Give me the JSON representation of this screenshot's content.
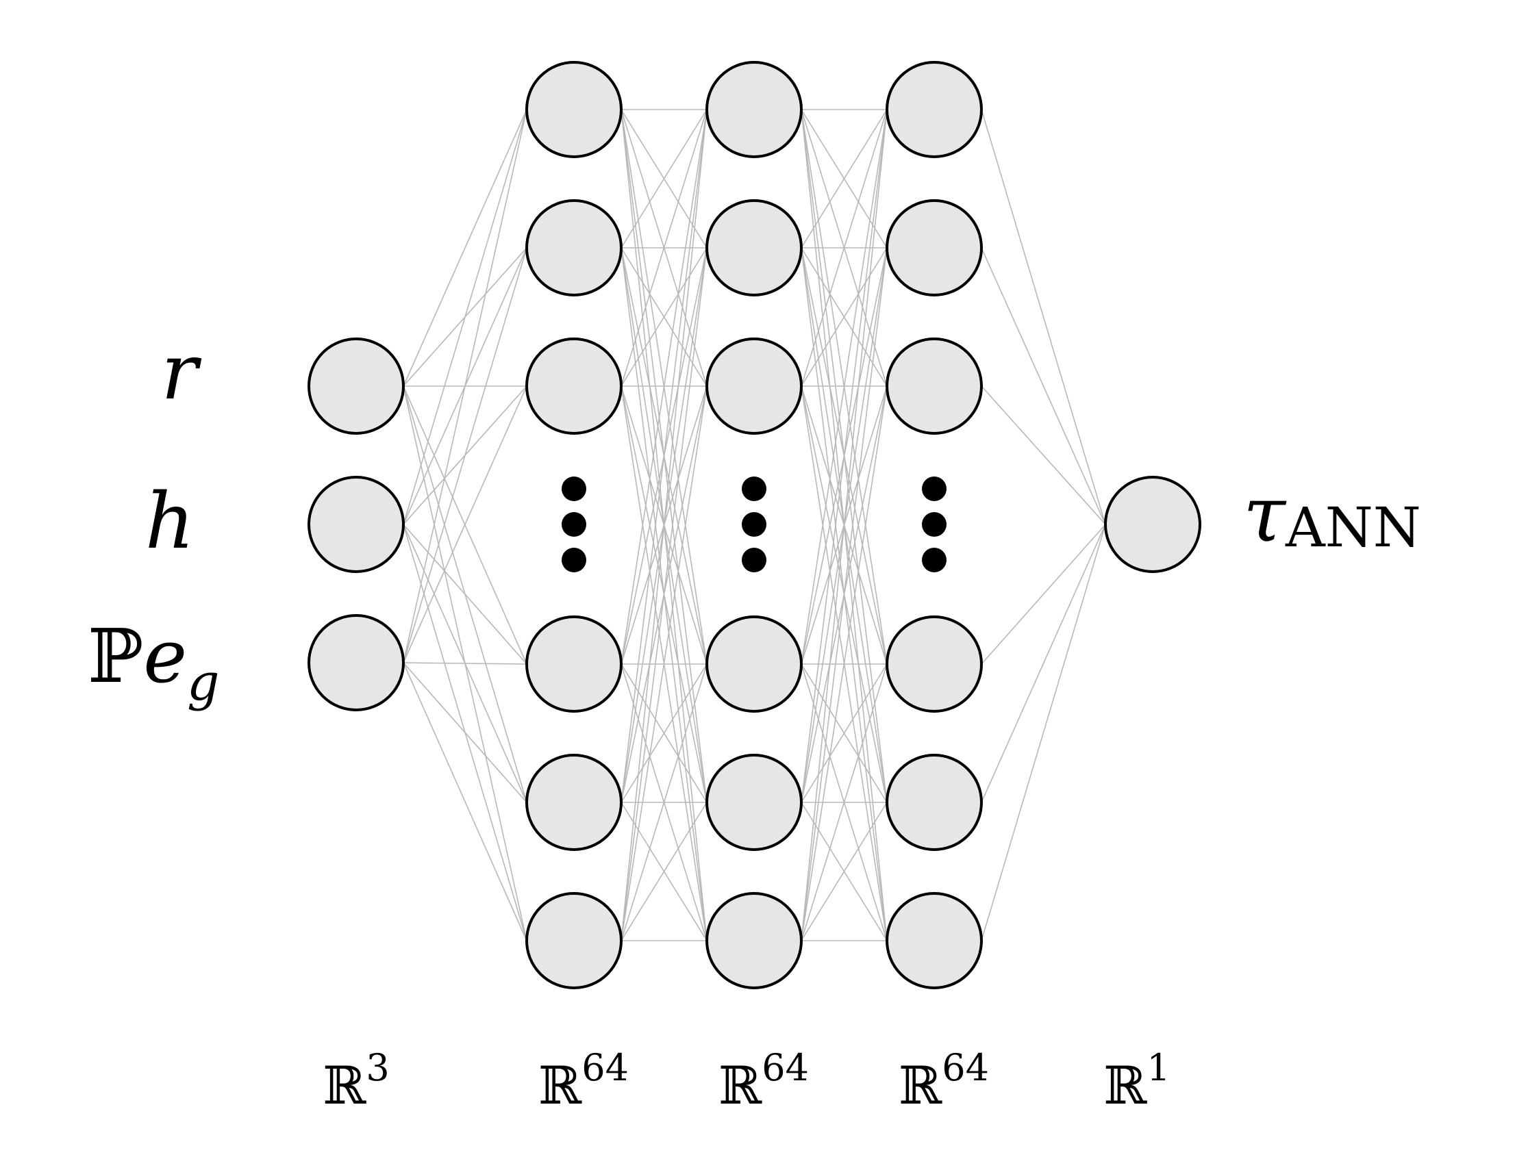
{
  "diagram": {
    "input_labels": [
      {
        "var": "r",
        "prefix": "",
        "sub": ""
      },
      {
        "var": "h",
        "prefix": "",
        "sub": ""
      },
      {
        "var": "e",
        "prefix": "ℙ",
        "sub": "g"
      }
    ],
    "output_label": {
      "var": "τ",
      "sub": "ANN"
    },
    "layer_dims": [
      {
        "base": "ℝ",
        "exp": "3"
      },
      {
        "base": "ℝ",
        "exp": "64"
      },
      {
        "base": "ℝ",
        "exp": "64"
      },
      {
        "base": "ℝ",
        "exp": "64"
      },
      {
        "base": "ℝ",
        "exp": "1"
      }
    ],
    "layers": [
      {
        "nodes": 3,
        "ellipsis": false
      },
      {
        "nodes": 6,
        "ellipsis": true
      },
      {
        "nodes": 6,
        "ellipsis": true
      },
      {
        "nodes": 6,
        "ellipsis": true
      },
      {
        "nodes": 1,
        "ellipsis": false
      }
    ],
    "colors": {
      "node_fill": "#e6e6e6",
      "node_stroke": "#000000",
      "edge": "#b8b8b8"
    }
  }
}
